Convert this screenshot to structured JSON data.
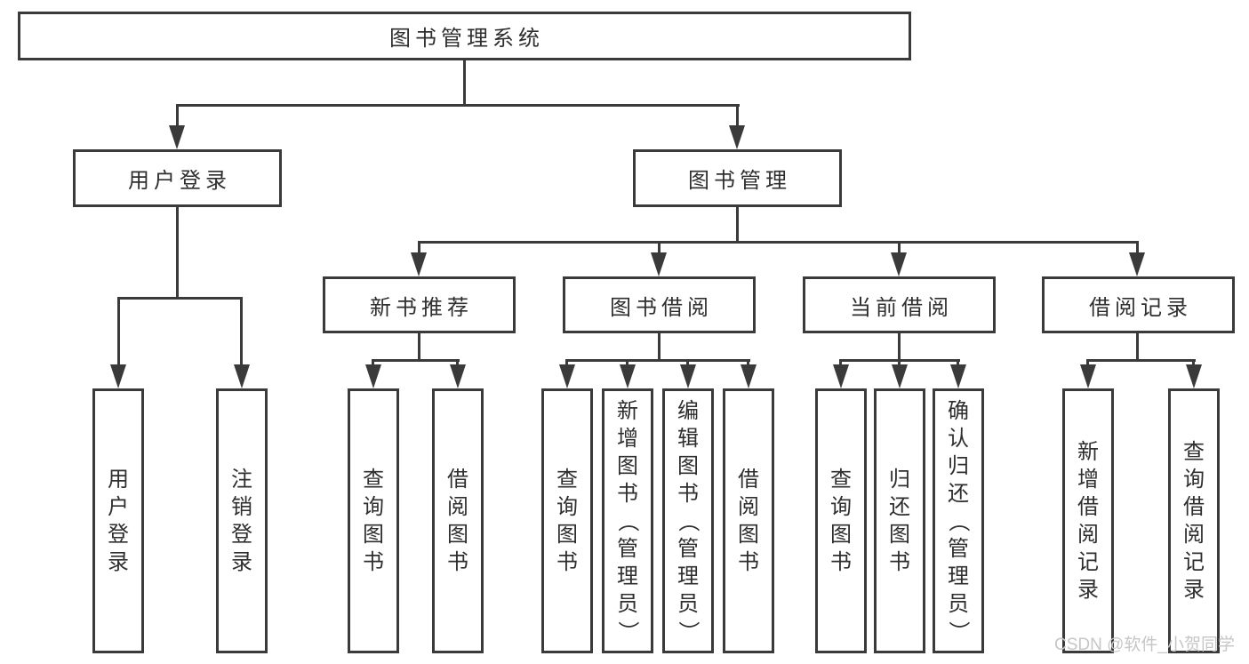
{
  "tree": {
    "root_label": "图书管理系统",
    "user_login": {
      "label": "用户登录",
      "children": [
        "用户登录",
        "注销登录"
      ]
    },
    "book_mgmt": {
      "label": "图书管理",
      "modules": [
        {
          "label": "新书推荐",
          "children": [
            "查询图书",
            "借阅图书"
          ]
        },
        {
          "label": "图书借阅",
          "children": [
            "查询图书",
            "新增图书（管理员）",
            "编辑图书（管理员）",
            "借阅图书"
          ]
        },
        {
          "label": "当前借阅",
          "children": [
            "查询图书",
            "归还图书",
            "确认归还（管理员）"
          ]
        },
        {
          "label": "借阅记录",
          "children": [
            "新增借阅记录",
            "查询借阅记录"
          ]
        }
      ]
    }
  },
  "watermark": {
    "text": "CSDN @软件_小贺同学"
  },
  "colors": {
    "line": "#3a3a3a",
    "text": "#2e2e2e",
    "watermark": "#c6c6c6",
    "background": "#ffffff"
  }
}
